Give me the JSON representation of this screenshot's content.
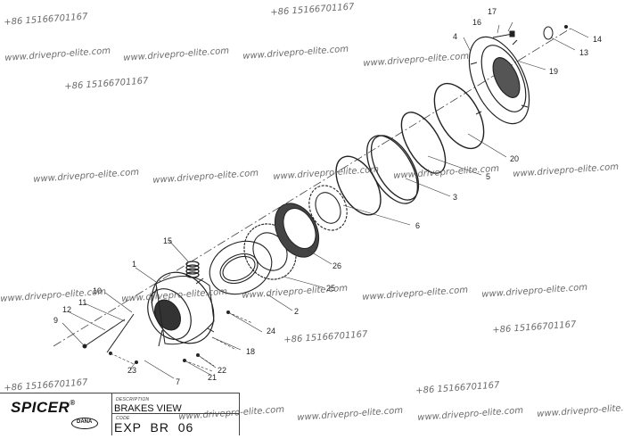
{
  "watermarks": {
    "phone": "+86 15166701167",
    "site": "www.drivepro-elite.com"
  },
  "title_block": {
    "brand": "SPICER",
    "brand_mark": "®",
    "dana_mark": "DANA",
    "description_label": "DESCRIPTION",
    "description": "BRAKES VIEW",
    "code_label": "CODE",
    "code": "EXP  BR  06"
  },
  "callouts": [
    "1",
    "2",
    "3",
    "4",
    "5",
    "6",
    "7",
    "9",
    "10",
    "11",
    "12",
    "13",
    "14",
    "15",
    "16",
    "17",
    "18",
    "19",
    "20",
    "21",
    "22",
    "23",
    "24",
    "25",
    "26"
  ]
}
